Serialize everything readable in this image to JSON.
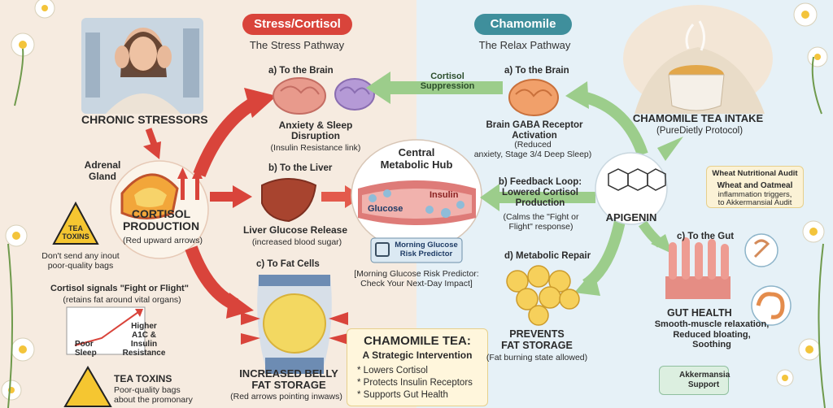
{
  "left": {
    "pill": "Stress/Cortisol",
    "subtitle": "The Stress Pathway",
    "chronic": "CHRONIC STRESSORS",
    "adrenal": "Adrenal\nGland",
    "cortisol_title": "CORTISOL\nPRODUCTION",
    "cortisol_sub": "(Red upward arrows)",
    "brain_title": "a) To the Brain",
    "brain_label": "Anxiety & Sleep\nDisruption",
    "brain_sub": "(Insulin Resistance link)",
    "liver_title": "b) To the Liver",
    "liver_label": "Liver Glucose Release",
    "liver_sub": "(increased blood sugar)",
    "fat_title": "c) To Fat Cells",
    "belly_label": "INCREASED BELLY\nFAT STORAGE",
    "belly_sub": "(Red arrows pointing inwaws)",
    "toxin_badge": "TEA\nTOXINS",
    "toxin_note": "Don't send any inout\npoor-quality bags",
    "fight_flight": "Cortisol signals \"Fight or Flight\"",
    "fight_sub": "(retains fat around vital organs)",
    "graph_poor": "Poor\nSleep",
    "graph_higher": "Higher\nA1C &\nInsulin\nResistance",
    "toxins2_title": "TEA TOXINS",
    "toxins2_text": "Poor-quality bags\nabout the promonary"
  },
  "center": {
    "hub_title": "Central\nMetabolic Hub",
    "glucose": "Glucose",
    "insulin": "Insulin",
    "predictor_btn": "Morning Glucose\nRisk Predictor",
    "predictor_note": "[Morning Glucose Risk Predictor:\nCheck Your Next-Day Impact]",
    "suppression": "Cortisol\nSuppression",
    "tea_title": "CHAMOMILE TEA:",
    "tea_sub": "A Strategic Intervention",
    "tea_items": [
      "* Lowers Cortisol",
      "* Protects Insulin Receptors",
      "* Supports Gut Health"
    ]
  },
  "right": {
    "pill": "Chamomile",
    "subtitle": "The Relax Pathway",
    "brain_title": "a) To the Brain",
    "brain_label": "Brain GABA Receptor\nActivation",
    "brain_sub": "(Reduced\nanxiety, Stage 3/4 Deep Sleep)",
    "intake": "CHAMOMILE TEA INTAKE",
    "intake_sub": "(PureDietly Protocol)",
    "feedback_title": "b) Feedback Loop:\nLowered Cortisol\nProduction",
    "feedback_sub": "(Calms the \"Fight or\nFlight\" response)",
    "apigenin": "APIGENIN",
    "audit_title": "Wheat Nutritional Audit",
    "audit_bold": "Wheat and Oatmeal",
    "audit_text": "inflammation triggers,\nto Akkermansial Audit",
    "repair_title": "d) Metabolic Repair",
    "prevents": "PREVENTS\nFAT STORAGE",
    "prevents_sub": "(Fat burning state allowed)",
    "gut_title": "c) To the Gut",
    "gut_health": "GUT HEALTH",
    "gut_text": "Smooth-muscle relaxation,\nReduced bloating,\nSoothing",
    "akk": "Akkermansia\nSupport"
  },
  "colors": {
    "red": "#d9443b",
    "teal": "#3f8f9c",
    "green": "#8bc47a",
    "brain_pink": "#e89a8c",
    "liver": "#a8442f"
  }
}
